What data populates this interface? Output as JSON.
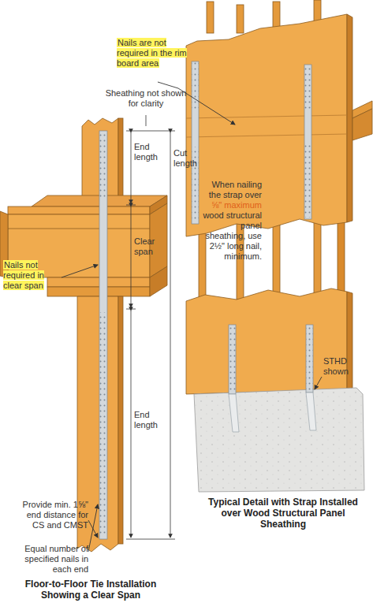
{
  "diagram": {
    "labels": [
      "Nails are not required in the rim board area",
      "When nailing the strap over",
      "⅝\" maximum",
      "wood structural panel sheathing, use 2½\" long nail, minimum.",
      "STHD shown",
      "Typical Detail with Strap Installed over Wood Structural Panel Sheathing",
      "Sheathing not shown for clarity",
      "End length",
      "Cut length",
      "Clear span",
      "End length",
      "Nails not required in clear span",
      "Provide min. 1⅝\" end distance for CS and CMST",
      "Equal number of specified nails in each end",
      "Floor-to-Floor Tie Installation Showing a Clear Span"
    ]
  }
}
